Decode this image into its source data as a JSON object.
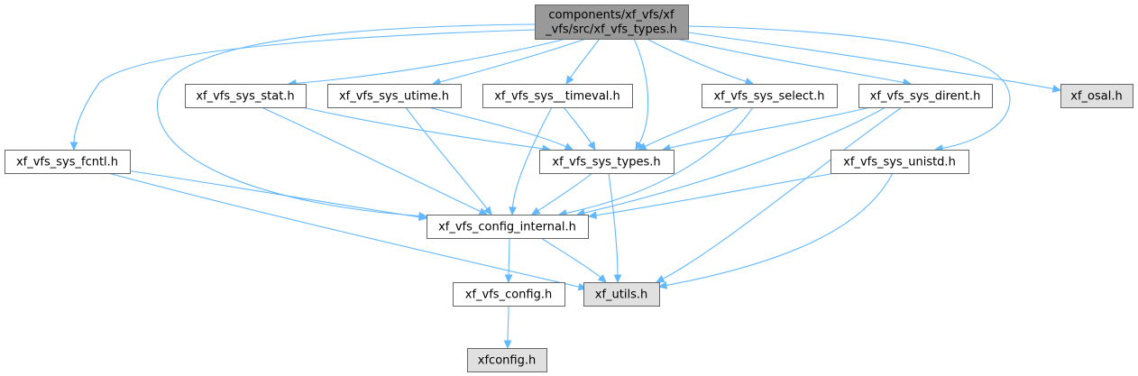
{
  "diagram": {
    "type": "include-dependency-graph",
    "colors": {
      "edge": "#63b8ff",
      "node_border": "#666666",
      "root_fill": "#999999",
      "external_fill": "#e0e0e0",
      "normal_fill": "#ffffff"
    },
    "nodes": [
      {
        "id": "root",
        "lines": [
          "components/xf_vfs/xf",
          "_vfs/src/xf_vfs_types.h"
        ],
        "style": "root"
      },
      {
        "id": "sys_stat",
        "lines": [
          "xf_vfs_sys_stat.h"
        ],
        "style": "normal"
      },
      {
        "id": "sys_utime",
        "lines": [
          "xf_vfs_sys_utime.h"
        ],
        "style": "normal"
      },
      {
        "id": "sys_timeval",
        "lines": [
          "xf_vfs_sys__timeval.h"
        ],
        "style": "normal"
      },
      {
        "id": "sys_select",
        "lines": [
          "xf_vfs_sys_select.h"
        ],
        "style": "normal"
      },
      {
        "id": "sys_dirent",
        "lines": [
          "xf_vfs_sys_dirent.h"
        ],
        "style": "normal"
      },
      {
        "id": "osal",
        "lines": [
          "xf_osal.h"
        ],
        "style": "external"
      },
      {
        "id": "sys_fcntl",
        "lines": [
          "xf_vfs_sys_fcntl.h"
        ],
        "style": "normal"
      },
      {
        "id": "sys_types",
        "lines": [
          "xf_vfs_sys_types.h"
        ],
        "style": "normal"
      },
      {
        "id": "sys_unistd",
        "lines": [
          "xf_vfs_sys_unistd.h"
        ],
        "style": "normal"
      },
      {
        "id": "config_internal",
        "lines": [
          "xf_vfs_config_internal.h"
        ],
        "style": "normal"
      },
      {
        "id": "config",
        "lines": [
          "xf_vfs_config.h"
        ],
        "style": "normal"
      },
      {
        "id": "utils",
        "lines": [
          "xf_utils.h"
        ],
        "style": "external"
      },
      {
        "id": "xfconfig",
        "lines": [
          "xfconfig.h"
        ],
        "style": "external"
      }
    ],
    "edges": [
      {
        "from": "root",
        "to": "sys_stat"
      },
      {
        "from": "root",
        "to": "sys_utime"
      },
      {
        "from": "root",
        "to": "sys_timeval"
      },
      {
        "from": "root",
        "to": "sys_select"
      },
      {
        "from": "root",
        "to": "sys_dirent"
      },
      {
        "from": "root",
        "to": "osal"
      },
      {
        "from": "root",
        "to": "sys_fcntl"
      },
      {
        "from": "root",
        "to": "sys_types"
      },
      {
        "from": "root",
        "to": "sys_unistd"
      },
      {
        "from": "root",
        "to": "config_internal"
      },
      {
        "from": "sys_stat",
        "to": "sys_types"
      },
      {
        "from": "sys_stat",
        "to": "config_internal"
      },
      {
        "from": "sys_utime",
        "to": "sys_types"
      },
      {
        "from": "sys_utime",
        "to": "config_internal"
      },
      {
        "from": "sys_timeval",
        "to": "sys_types"
      },
      {
        "from": "sys_timeval",
        "to": "config_internal"
      },
      {
        "from": "sys_select",
        "to": "sys_types"
      },
      {
        "from": "sys_select",
        "to": "config_internal"
      },
      {
        "from": "sys_dirent",
        "to": "sys_types"
      },
      {
        "from": "sys_dirent",
        "to": "config_internal"
      },
      {
        "from": "sys_dirent",
        "to": "utils"
      },
      {
        "from": "sys_fcntl",
        "to": "config_internal"
      },
      {
        "from": "sys_fcntl",
        "to": "utils"
      },
      {
        "from": "sys_types",
        "to": "config_internal"
      },
      {
        "from": "sys_types",
        "to": "utils"
      },
      {
        "from": "sys_unistd",
        "to": "config_internal"
      },
      {
        "from": "sys_unistd",
        "to": "utils"
      },
      {
        "from": "config_internal",
        "to": "config"
      },
      {
        "from": "config_internal",
        "to": "utils"
      },
      {
        "from": "config",
        "to": "xfconfig"
      }
    ]
  }
}
